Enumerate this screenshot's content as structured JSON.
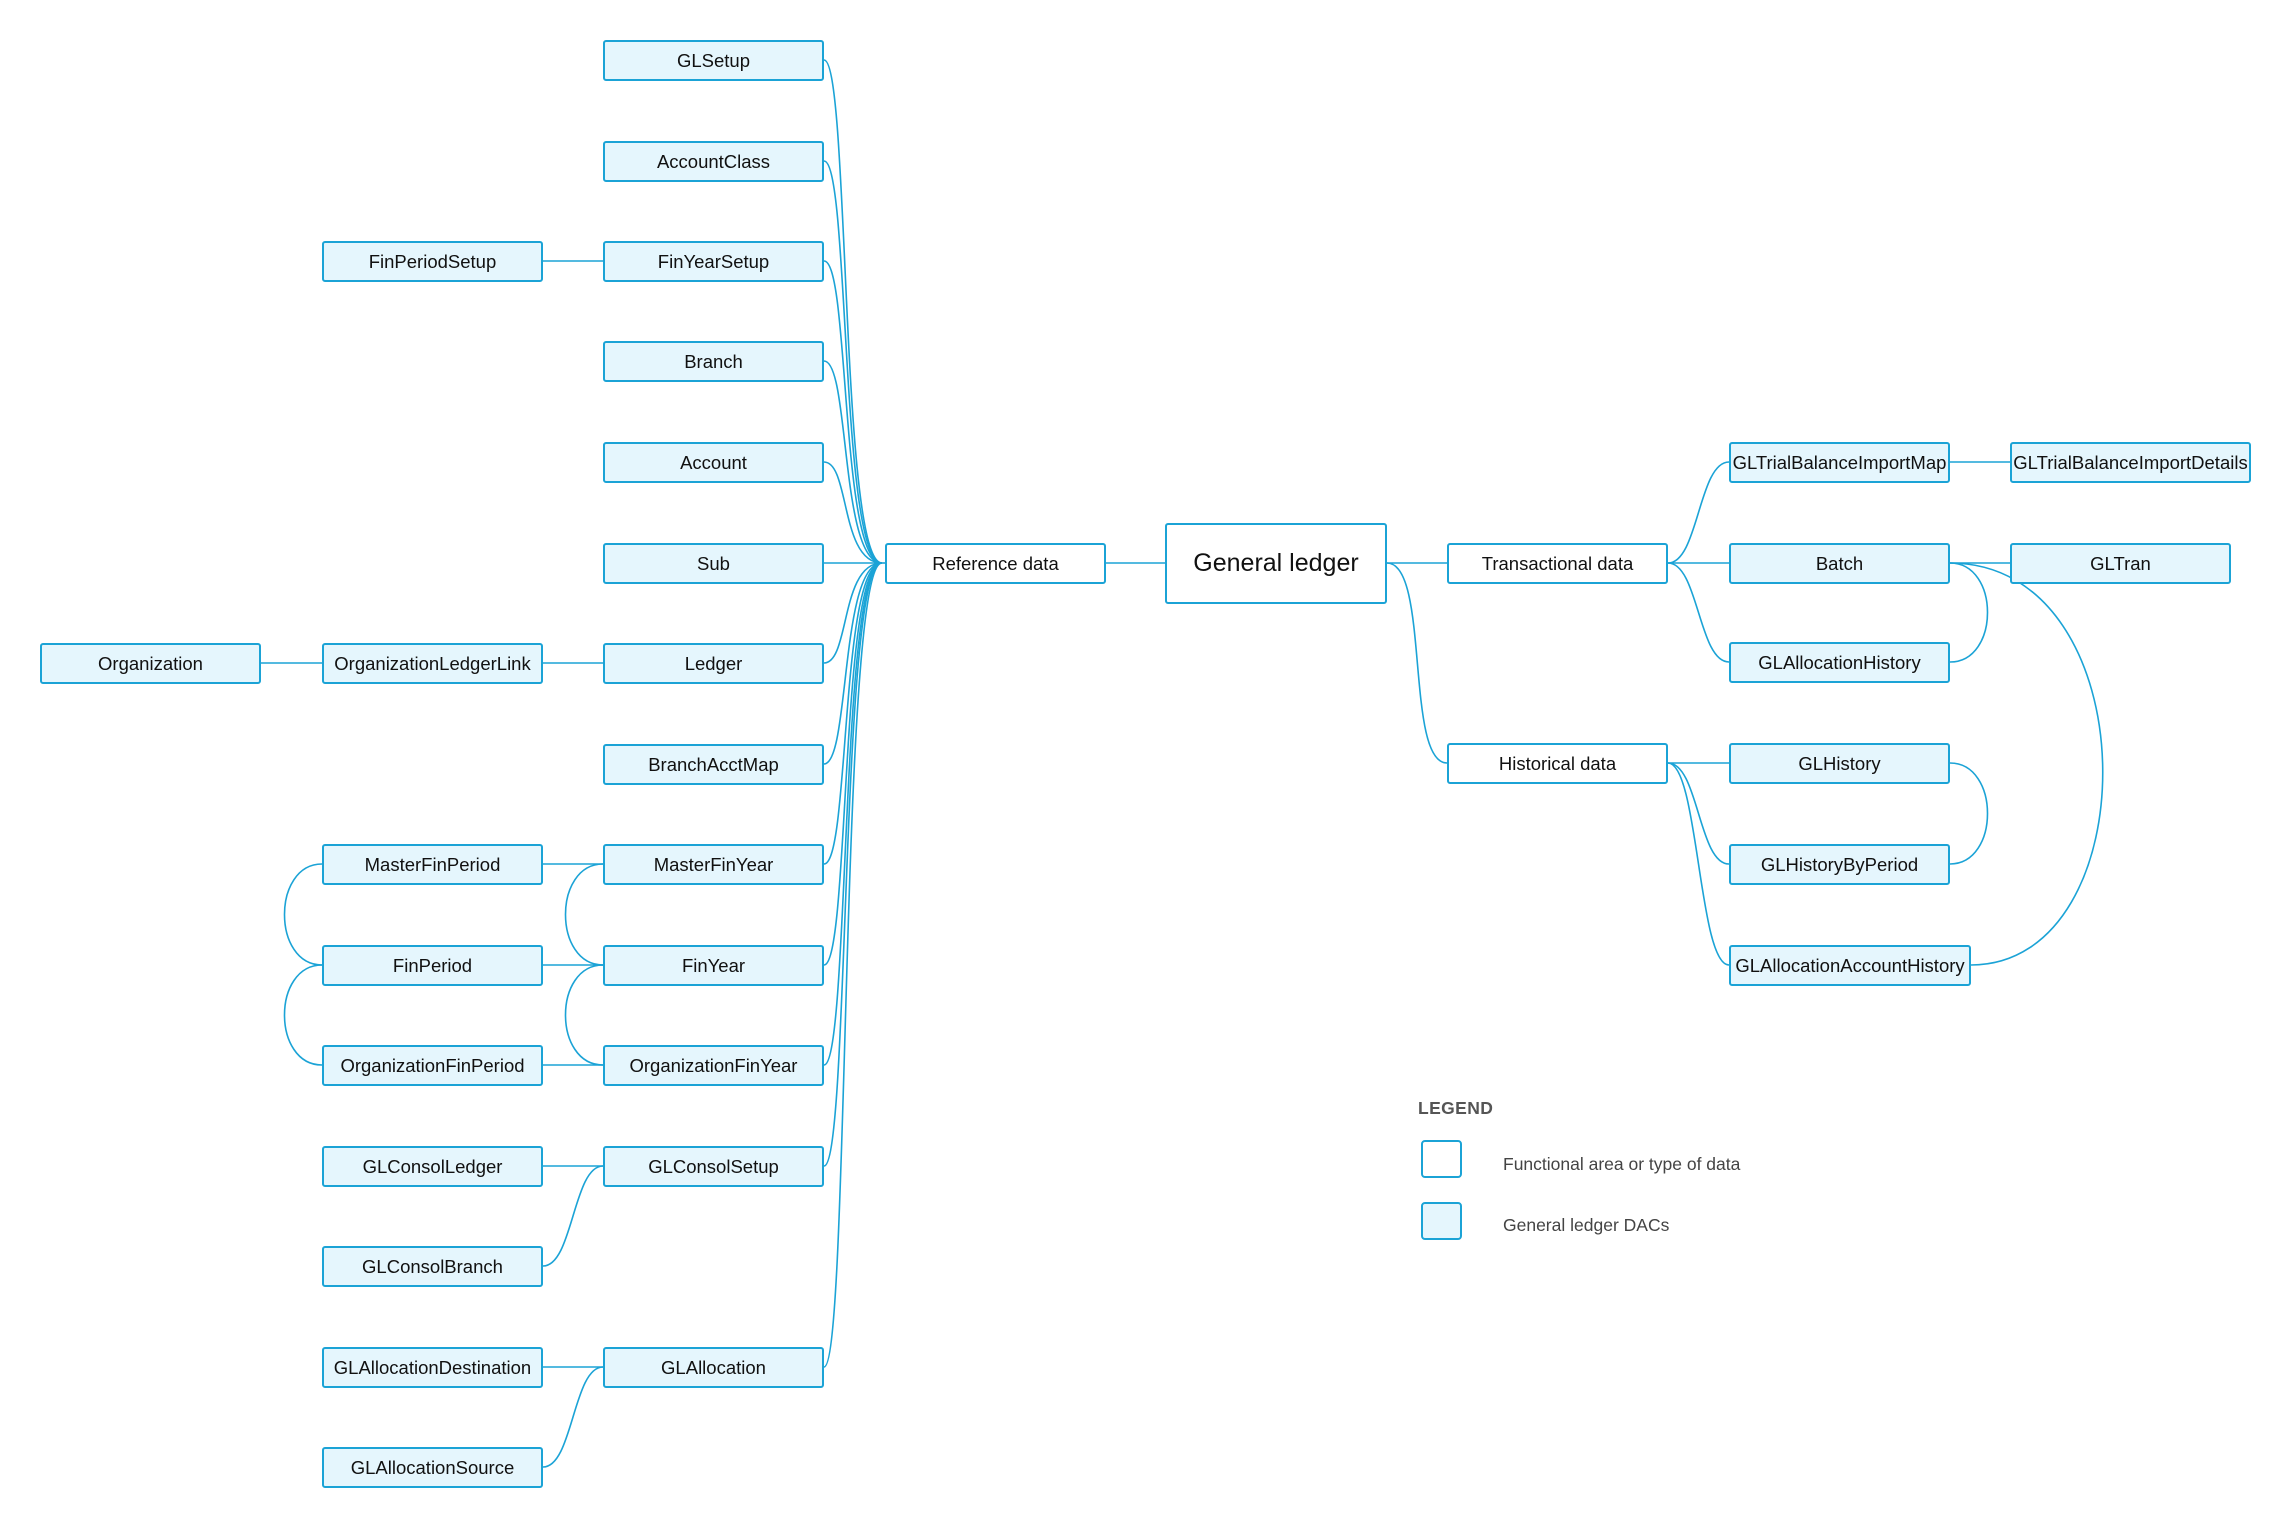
{
  "nodes": {
    "general_ledger": "General ledger",
    "reference_data": "Reference data",
    "transactional_data": "Transactional data",
    "historical_data": "Historical data",
    "glsetup": "GLSetup",
    "accountclass": "AccountClass",
    "finyearsetup": "FinYearSetup",
    "finperiodsetup": "FinPeriodSetup",
    "branch": "Branch",
    "account": "Account",
    "sub": "Sub",
    "ledger": "Ledger",
    "organizationledgerlink": "OrganizationLedgerLink",
    "organization": "Organization",
    "branchacctmap": "BranchAcctMap",
    "masterfinyear": "MasterFinYear",
    "masterfinperiod": "MasterFinPeriod",
    "finyear": "FinYear",
    "finperiod": "FinPeriod",
    "organizationfinyear": "OrganizationFinYear",
    "organizationfinperiod": "OrganizationFinPeriod",
    "glconsolsetup": "GLConsolSetup",
    "glconsolledger": "GLConsolLedger",
    "glconsolbranch": "GLConsolBranch",
    "glallocation": "GLAllocation",
    "glallocationdestination": "GLAllocationDestination",
    "glallocationsource": "GLAllocationSource",
    "gltrialbalanceimportmap": "GLTrialBalanceImportMap",
    "gltrialbalanceimportdetails": "GLTrialBalanceImportDetails",
    "batch": "Batch",
    "gltran": "GLTran",
    "glallocationhistory": "GLAllocationHistory",
    "glhistory": "GLHistory",
    "glhistorybyperiod": "GLHistoryByPeriod",
    "glallocationaccounthistory": "GLAllocationAccountHistory"
  },
  "legend": {
    "title": "LEGEND",
    "items": [
      {
        "label": "Functional area or type of data",
        "fill": "#ffffff"
      },
      {
        "label": "General ledger DACs",
        "fill": "#e5f6fd"
      }
    ]
  },
  "colors": {
    "stroke": "#1ba3d6",
    "dac_fill": "#e5f6fd",
    "area_fill": "#ffffff"
  }
}
